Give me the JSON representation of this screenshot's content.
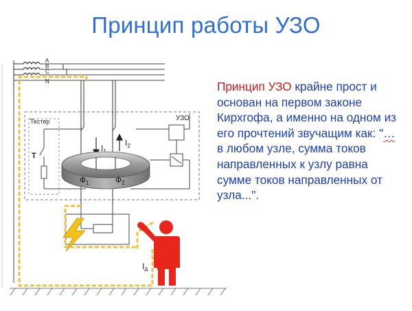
{
  "title": "Принцип работы УЗО",
  "text": {
    "lead": "Принцип УЗО",
    "body_1": " крайне прост и основан на первом законе Кирхгофа, а именно на одном из его прочтений звучащим как: \"",
    "squiggle": "…",
    "body_2": " в любом узле, сумма токов направленных к узлу равна сумме токов направленных от узла...\"."
  },
  "diagram": {
    "phase_labels": [
      "A",
      "B",
      "C",
      "N"
    ],
    "tester_label": "Тестер",
    "uzo_label": "УЗО",
    "t_label": "T",
    "i1_label": "I",
    "i1_sub": "1",
    "i2_label": "I",
    "i2_sub": "2",
    "phi1_label": "Ф",
    "phi1_sub": "1",
    "phi2_label": "Ф",
    "phi2_sub": "2",
    "ia_label": "I",
    "ia_sub": "Δ",
    "colors": {
      "leakage_path": "#f0c040",
      "person": "#e8261c",
      "spark": "#f2c219",
      "ring_outer": "#8e8e8e",
      "title": "#2d6fd6",
      "text_main": "#1c3fb4",
      "text_lead": "#d21a1a"
    }
  }
}
